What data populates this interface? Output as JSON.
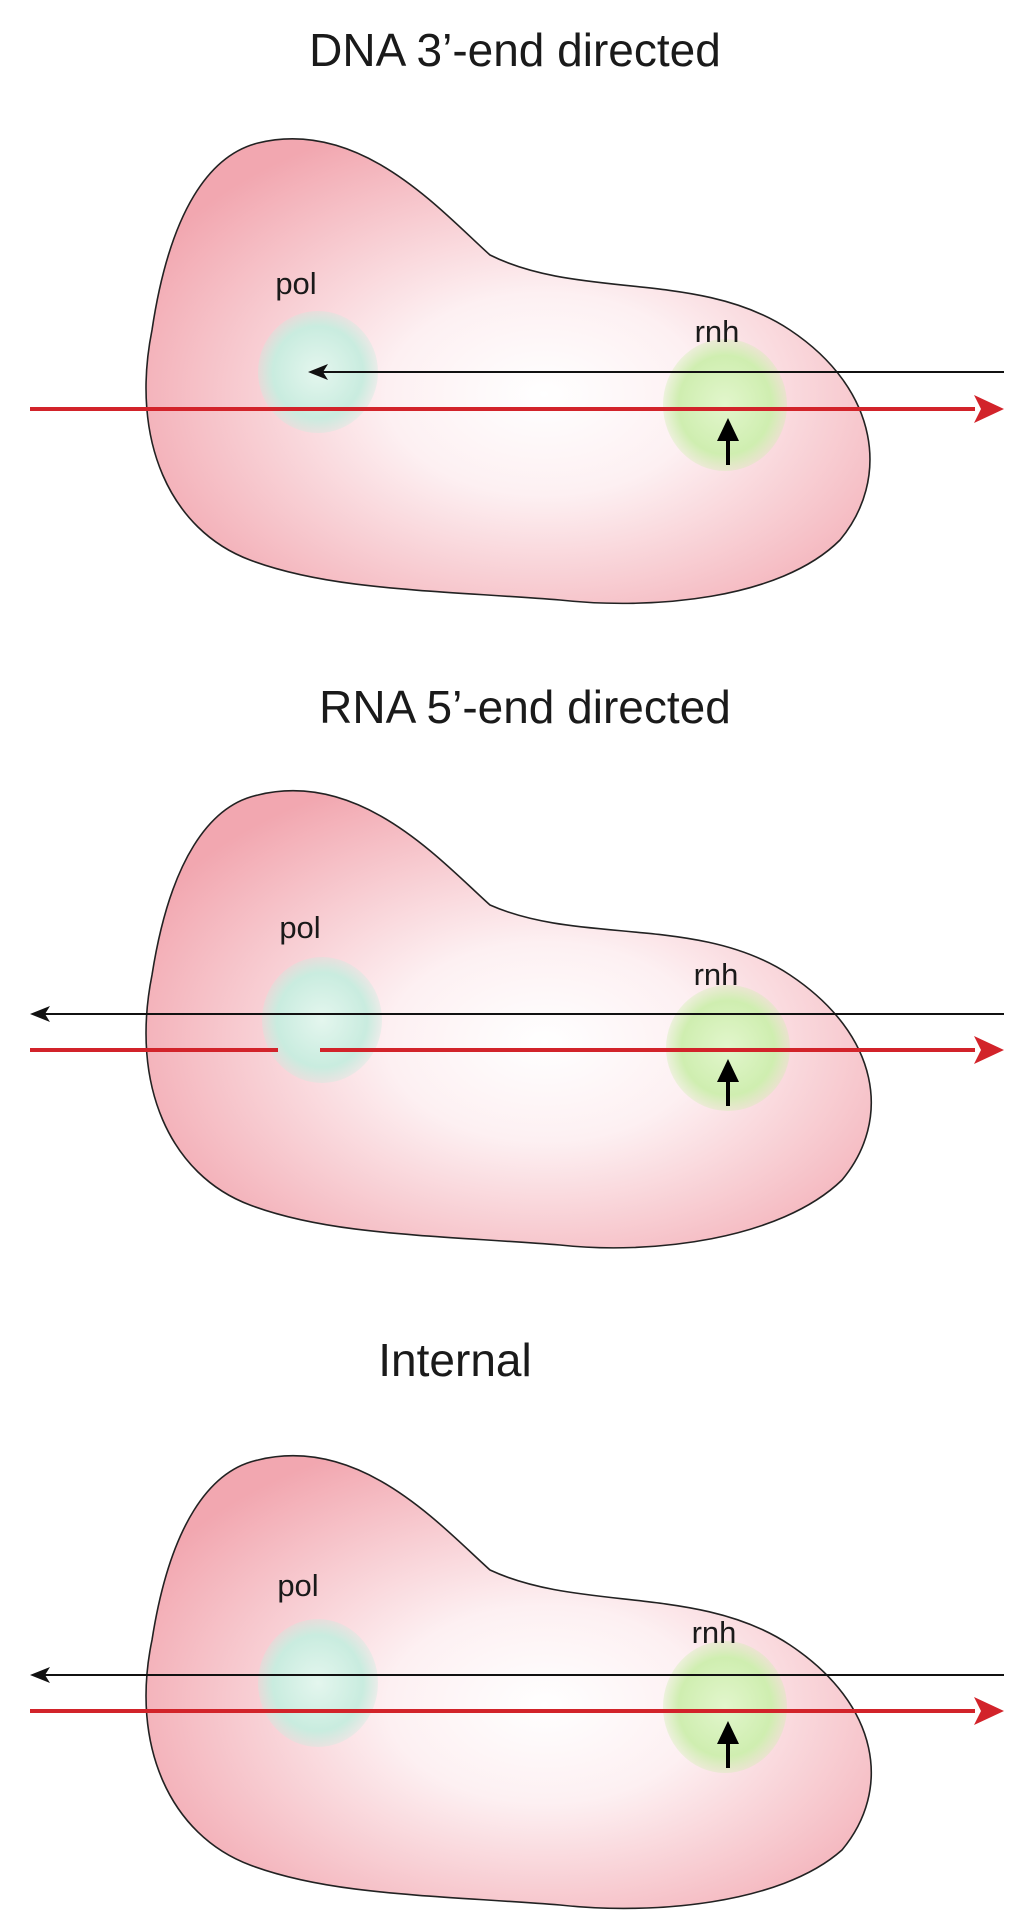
{
  "panels": [
    {
      "title": "DNA 3’-end directed",
      "pol_label": "pol",
      "rnh_label": "rnh",
      "red_strand_broken": false
    },
    {
      "title": "RNA 5’-end directed",
      "pol_label": "pol",
      "rnh_label": "rnh",
      "red_strand_broken": true
    },
    {
      "title": "Internal",
      "pol_label": "pol",
      "rnh_label": "rnh",
      "red_strand_broken": false
    }
  ],
  "colors": {
    "body_edge": "#f2a7b0",
    "body_center": "#ffffff",
    "pol_domain": "#c9ecdf",
    "rnh_domain": "#cfeeb0",
    "red_strand": "#d2232a",
    "black_strand": "#111111"
  },
  "icons": {
    "cleavage": "up-arrow-icon",
    "strand_end": "arrowhead-icon"
  }
}
